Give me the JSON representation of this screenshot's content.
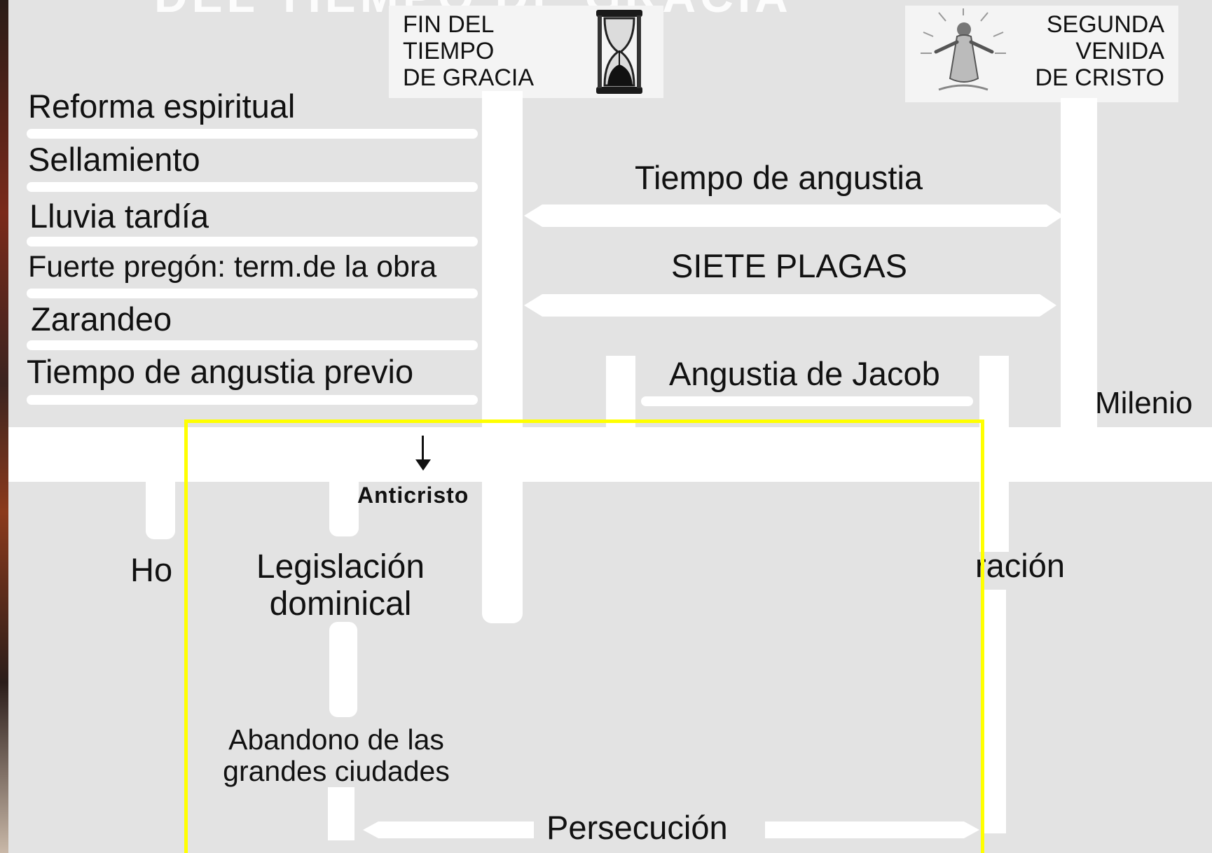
{
  "header": {
    "partial_title": "DEL TIEMPO DE GRACIA",
    "fin_tiempo_gracia": [
      "FIN DEL",
      "TIEMPO",
      "DE GRACIA"
    ],
    "segunda_venida": [
      "SEGUNDA",
      "VENIDA",
      "DE CRISTO"
    ],
    "hourglass_icon": "hourglass-icon",
    "christ_icon": "christ-figure-icon"
  },
  "left_events": [
    "Reforma espiritual",
    "Sellamiento",
    "Lluvia tardía",
    "Fuerte pregón: term.de la obra",
    "Zarandeo",
    "Tiempo de angustia previo"
  ],
  "middle_events": {
    "tiempo_angustia": "Tiempo de angustia",
    "siete_plagas": "SIETE PLAGAS",
    "angustia_jacob": "Angustia de Jacob"
  },
  "right_events": {
    "milenio": "Milenio",
    "liberacion_partial": "ración"
  },
  "timeline": {
    "hoy_partial": "Ho",
    "anticristo": "Anticristo",
    "legislacion": [
      "Legislación",
      "dominical"
    ],
    "abandono": [
      "Abandono de las",
      "grandes ciudades"
    ],
    "persecucion": "Persecución"
  },
  "colors": {
    "highlight_border": "#ffff00",
    "panel_background": "#e3e3e3",
    "bars": "#ffffff"
  }
}
